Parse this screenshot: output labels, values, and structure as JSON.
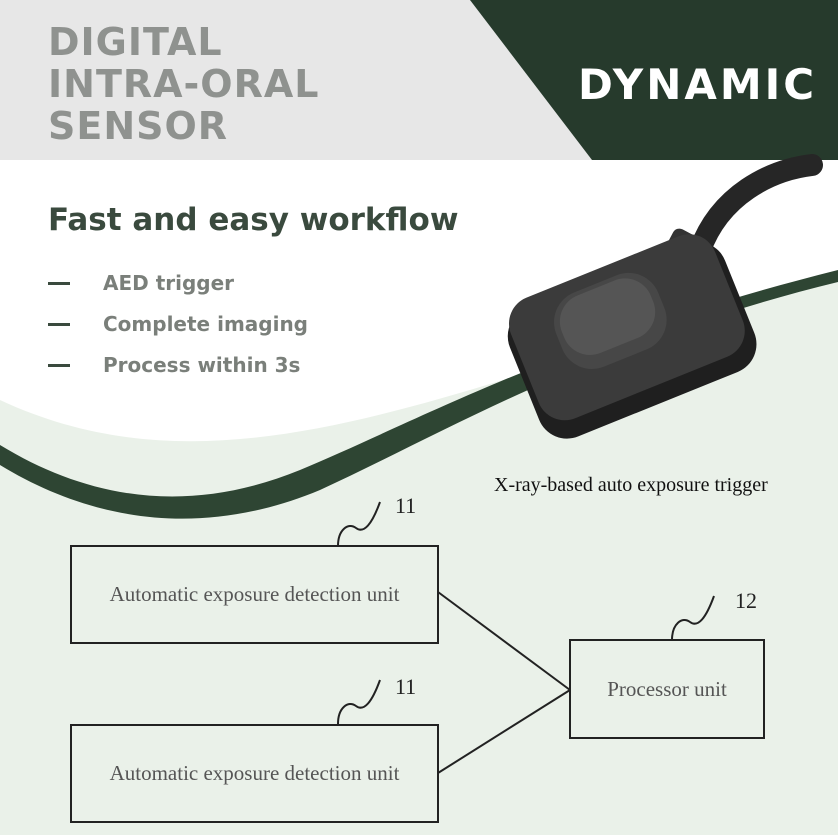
{
  "title_lines": [
    "DIGITAL",
    "INTRA-ORAL",
    "SENSOR"
  ],
  "brand": "DYNAMIC",
  "headline": "Fast and easy workflow",
  "features": [
    "AED trigger",
    "Complete imaging",
    "Process within 3s"
  ],
  "caption": "X-ray-based auto exposure trigger",
  "diagram": {
    "units": [
      {
        "ref": "11",
        "label": "Automatic exposure detection unit"
      },
      {
        "ref": "11",
        "label": "Automatic exposure detection unit"
      },
      {
        "ref": "12",
        "label": "Processor unit"
      }
    ]
  },
  "colors": {
    "brand_panel": "#263a2c",
    "title_band": "#e7e7e7",
    "headline": "#3a4a3e",
    "diagram_background": "#eaf1e9"
  }
}
